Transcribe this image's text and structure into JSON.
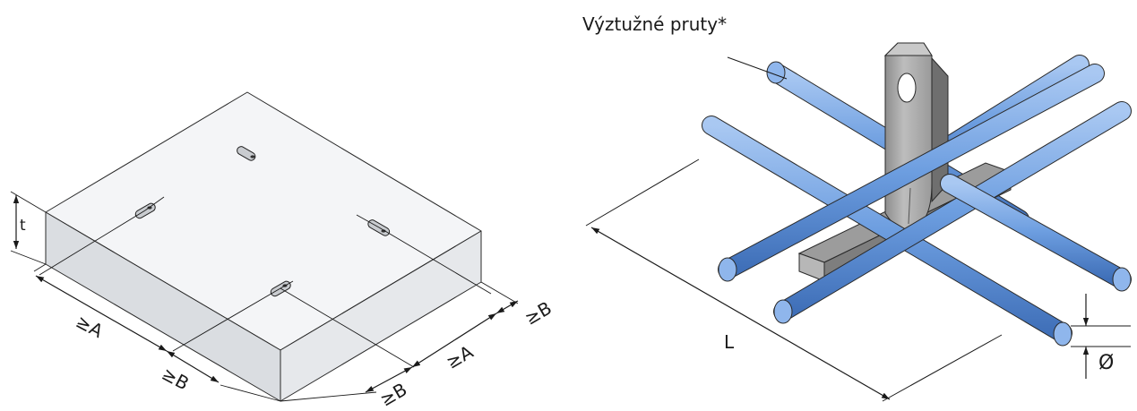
{
  "slab": {
    "thickness_label": "t",
    "edge_distance_a_long": "≥A",
    "edge_distance_b_long": "≥B",
    "edge_distance_a_short": "≥A",
    "edge_distance_b_short": "≥B",
    "edge_distance_b_corner": "≥B"
  },
  "anchor": {
    "rebar_label": "Výztužné pruty*",
    "length_label": "L",
    "diameter_label": "Ø"
  },
  "colors": {
    "rebar": "#6d9ee0",
    "slab_top": "#f3f4f6",
    "slab_side": "#dcdfe3",
    "steel": "#a9a9a9"
  }
}
